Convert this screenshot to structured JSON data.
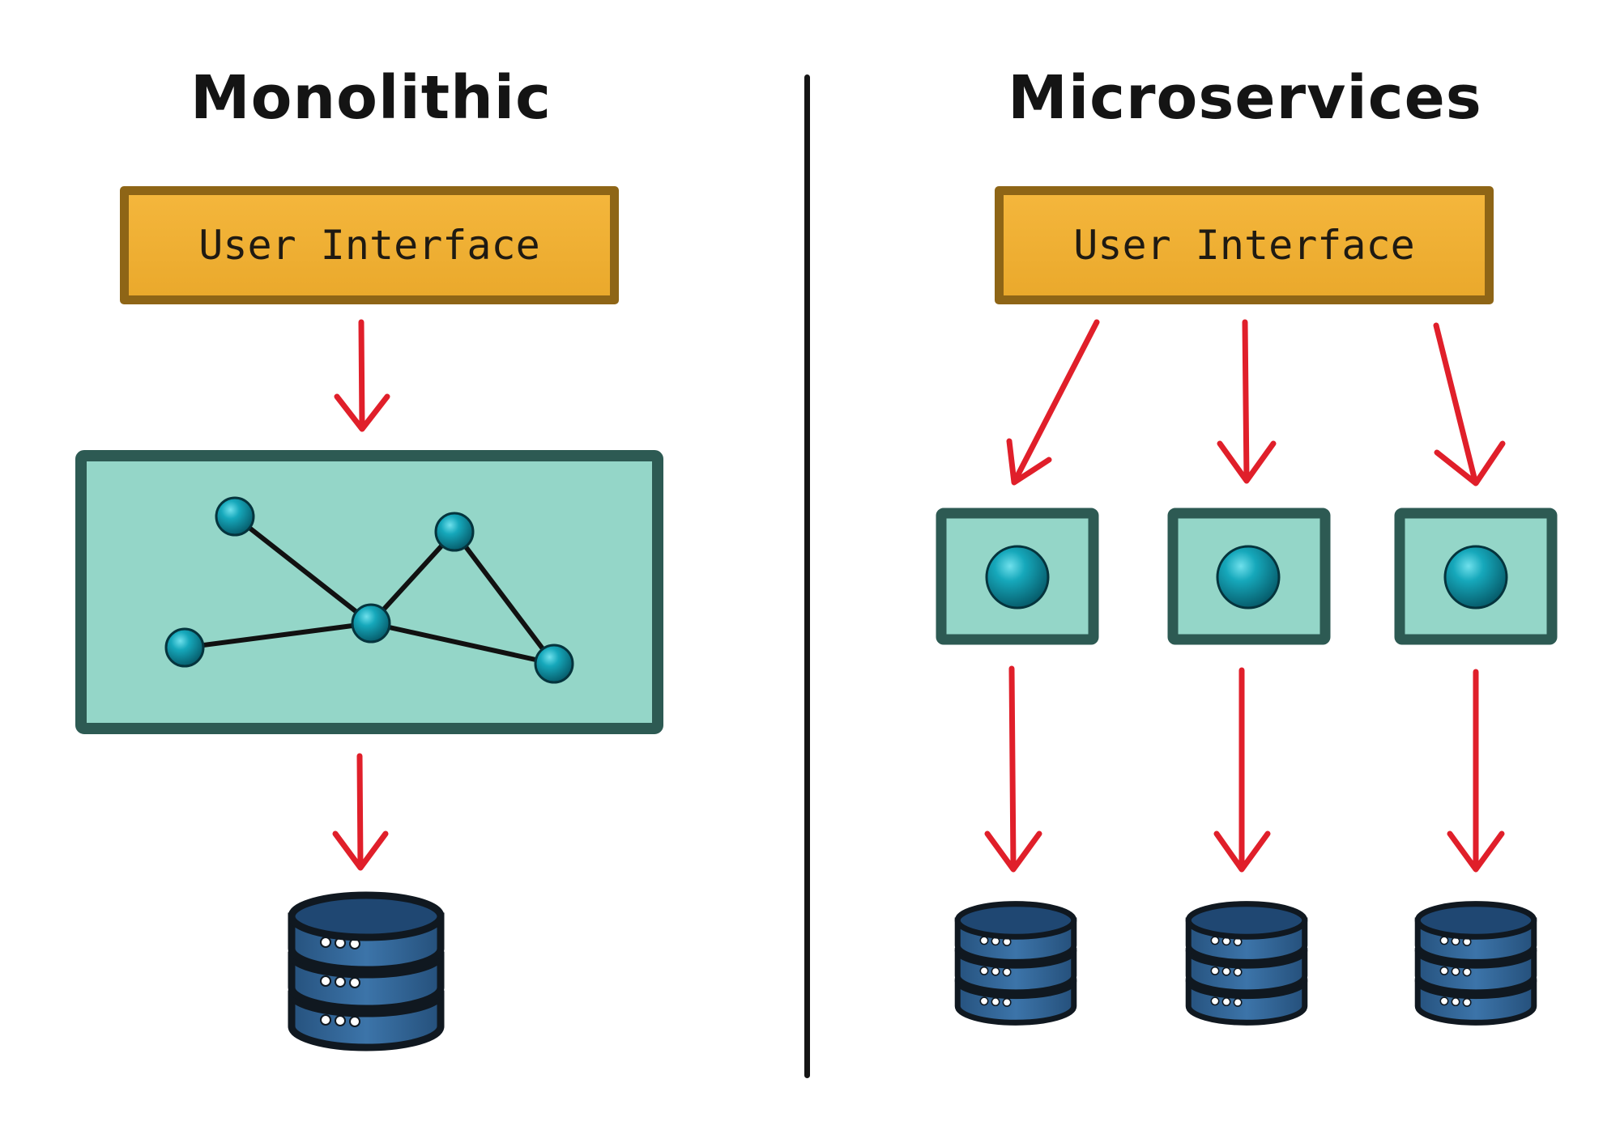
{
  "left": {
    "title": "Monolithic",
    "ui_label": "User Interface"
  },
  "right": {
    "title": "Microservices",
    "ui_label": "User Interface"
  },
  "colors": {
    "ui_fill": "#eeae32",
    "ui_border": "#8e6516",
    "module_fill": "#94d6c8",
    "module_border": "#2d5a53",
    "node": "#0d8fa2",
    "arrow": "#e01f2a",
    "database": "#2f5f8f"
  },
  "icons": [
    "node-icon",
    "database-icon",
    "arrow-down-icon"
  ]
}
